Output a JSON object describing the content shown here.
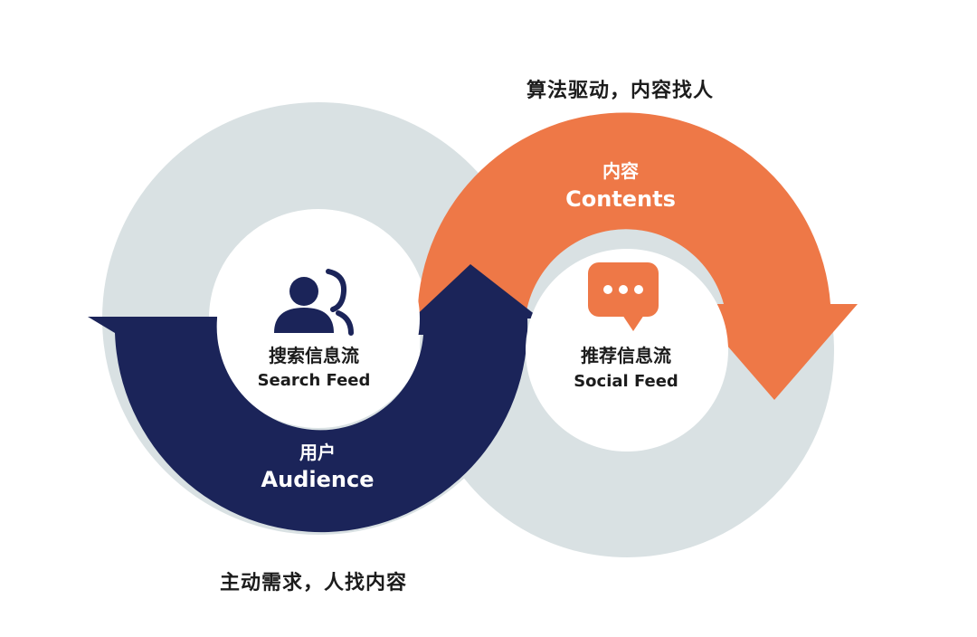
{
  "top_caption": "算法驱动，内容找人",
  "bottom_caption": "主动需求，人找内容",
  "contents_arrow": {
    "label_cn": "内容",
    "label_en": "Contents"
  },
  "audience_arrow": {
    "label_cn": "用户",
    "label_en": "Audience"
  },
  "search_feed": {
    "label_cn": "搜索信息流",
    "label_en": "Search Feed",
    "icon": "users-icon"
  },
  "social_feed": {
    "label_cn": "推荐信息流",
    "label_en": "Social Feed",
    "icon": "chat-bubble-icon"
  },
  "colors": {
    "navy": "#1b2459",
    "orange": "#ee7847",
    "ring": "#d9e1e3",
    "white": "#ffffff",
    "text": "#1c1c1c"
  }
}
